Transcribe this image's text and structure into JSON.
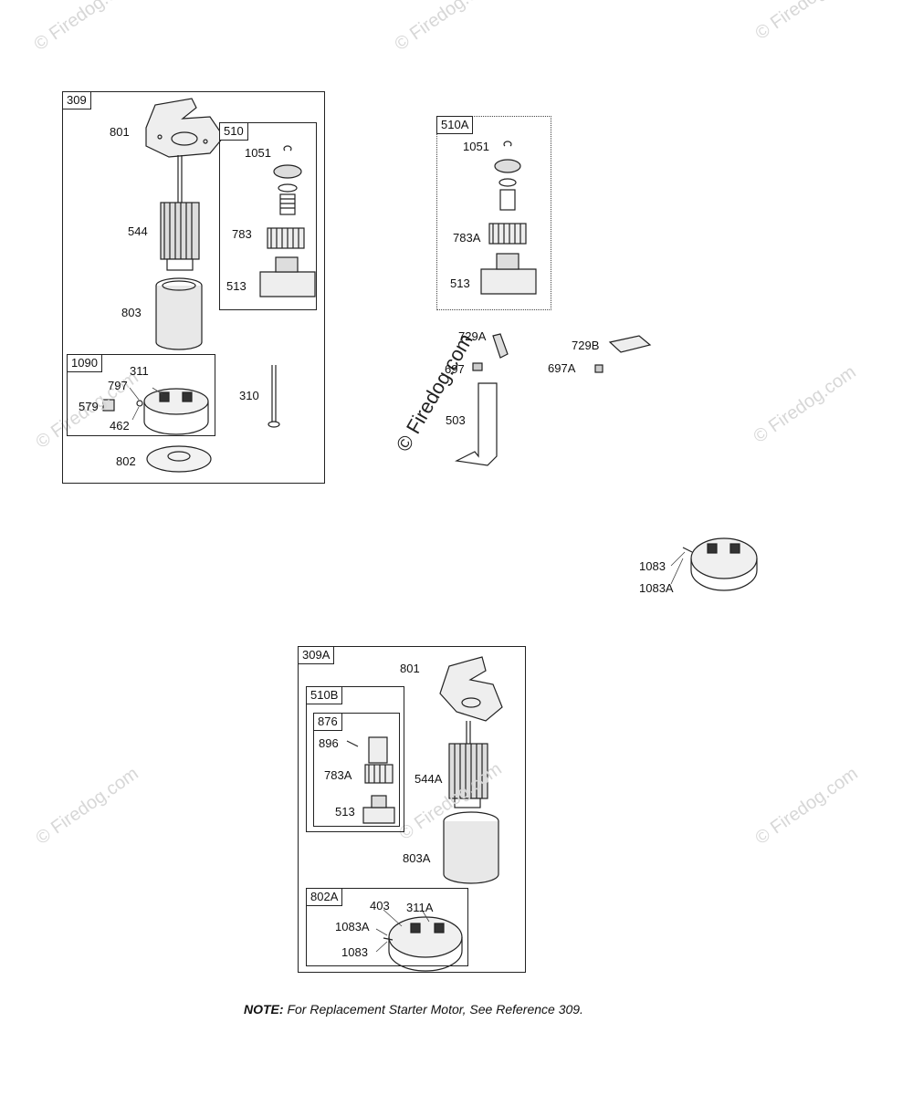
{
  "watermark": "© Firedog.com",
  "note": {
    "prefix": "NOTE:",
    "text": "For Replacement Starter Motor, See Reference 309."
  },
  "groups": {
    "g309": "309",
    "g510": "510",
    "g1090": "1090",
    "g510A": "510A",
    "g309A": "309A",
    "g510B": "510B",
    "g876": "876",
    "g802A": "802A"
  },
  "labels": {
    "l801": "801",
    "l544": "544",
    "l803": "803",
    "l802": "802",
    "l310": "310",
    "l311": "311",
    "l797": "797",
    "l579": "579",
    "l462": "462",
    "l1051": "1051",
    "l783": "783",
    "l513": "513",
    "l1051b": "1051",
    "l783A": "783A",
    "l513b": "513",
    "l729A": "729A",
    "l697": "697",
    "l503": "503",
    "l729B": "729B",
    "l697A": "697A",
    "l1083": "1083",
    "l1083A": "1083A",
    "l801b": "801",
    "l544A": "544A",
    "l803A": "803A",
    "l896": "896",
    "l783Ab": "783A",
    "l513c": "513",
    "l403": "403",
    "l311A": "311A",
    "l1083Ab": "1083A",
    "l1083b": "1083"
  }
}
